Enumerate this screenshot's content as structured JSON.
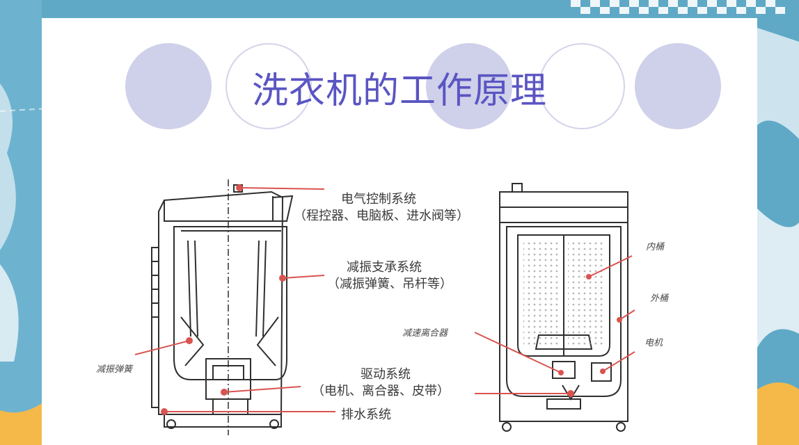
{
  "slide": {
    "title": "洗衣机的工作原理"
  },
  "diagram": {
    "labels": {
      "electric_control": "电气控制系统",
      "electric_control_detail": "（程控器、电脑板、进水阀等）",
      "damping_support": "减振支承系统",
      "damping_support_detail": "（减振弹簧、吊杆等）",
      "damping_spring": "减振弹簧",
      "drive_system": "驱动系统",
      "drive_system_detail": "（电机、离合器、皮带）",
      "drain_system": "排水系统",
      "inner_tub": "内桶",
      "outer_tub": "外桶",
      "reduction_clutch": "减速离合器",
      "motor": "电机"
    }
  },
  "colors": {
    "title": "#5a55c2",
    "callout": "#d9534f",
    "circle_fill": "#cfd0ea",
    "background": "#5fa9c6"
  }
}
